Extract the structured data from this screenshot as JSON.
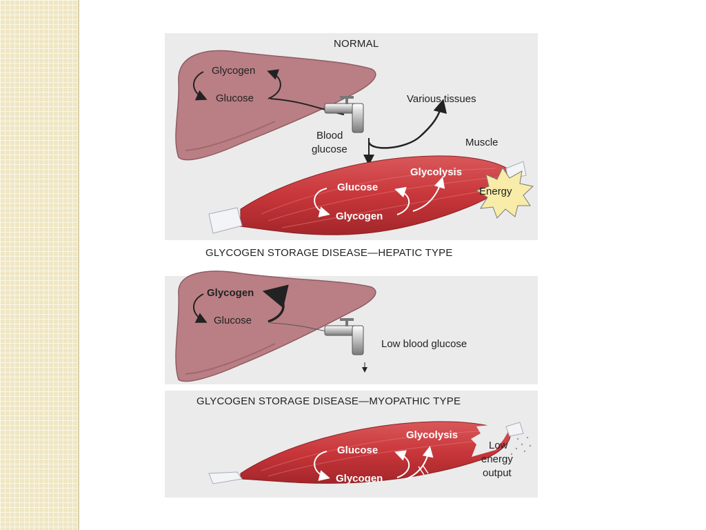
{
  "normal": {
    "heading": "NORMAL",
    "liver_glycogen": "Glycogen",
    "liver_glucose": "Glucose",
    "various_tissues": "Various tissues",
    "blood_glucose": [
      "Blood",
      "glucose"
    ],
    "muscle": "Muscle",
    "muscle_glycolysis": "Glycolysis",
    "muscle_glucose": "Glucose",
    "muscle_glycogen": "Glycogen",
    "energy": "Energy"
  },
  "hepatic": {
    "heading": "GLYCOGEN STORAGE DISEASE—HEPATIC TYPE",
    "liver_glycogen": "Glycogen",
    "liver_glucose": "Glucose",
    "low_blood_glucose": "Low blood glucose"
  },
  "myopathic": {
    "heading": "GLYCOGEN STORAGE DISEASE—MYOPATHIC TYPE",
    "muscle_glycolysis": "Glycolysis",
    "muscle_glucose": "Glucose",
    "muscle_glycogen": "Glycogen",
    "low_energy_output": [
      "Low",
      "energy",
      "output"
    ]
  },
  "colors": {
    "panel_bg": "#ebebeb",
    "liver": "#b97f85",
    "muscle": "#c8363a",
    "energy_star": "#f8eca8",
    "side_strip": "#efe6c4"
  }
}
